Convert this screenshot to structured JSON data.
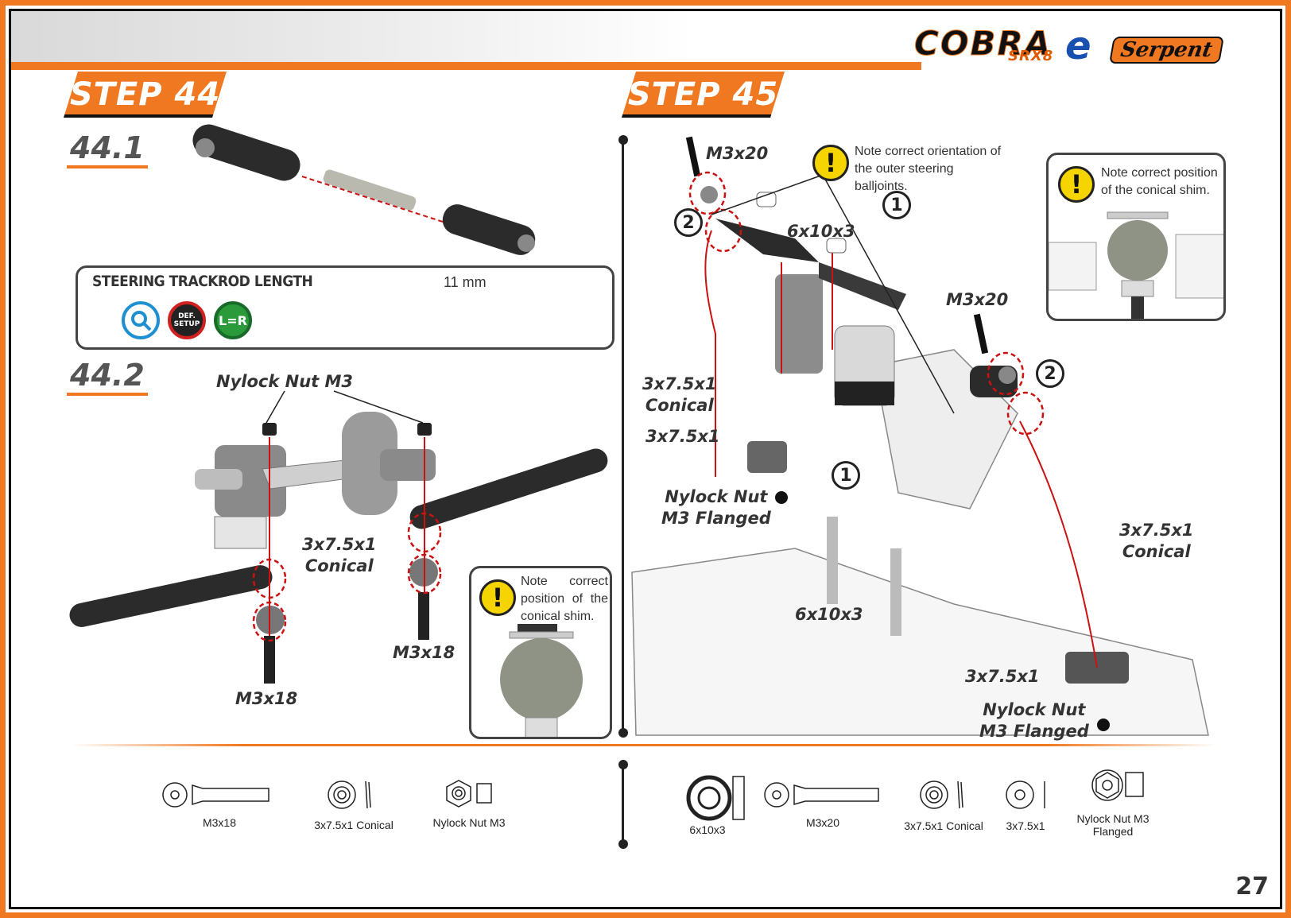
{
  "header": {
    "brand_model": "COBRA",
    "brand_model_sub": "SRX8",
    "brand_model_suffix": "e",
    "brand_maker": "Serpent"
  },
  "step44": {
    "title": "STEP 44",
    "substep1": "44.1",
    "substep2": "44.2",
    "trackrod": {
      "title": "STEERING TRACKROD LENGTH",
      "length": "11 mm",
      "icons": [
        {
          "name": "magnifier-icon",
          "text": ""
        },
        {
          "name": "def-setup-icon",
          "text": "DEF. SETUP"
        },
        {
          "name": "l-equals-r-icon",
          "text": "L=R"
        }
      ]
    },
    "labels": {
      "nylock_nut": "Nylock Nut M3",
      "conical_line1": "3x7.5x1",
      "conical_line2": "Conical",
      "screw_right": "M3x18",
      "screw_left": "M3x18"
    },
    "note": "Note correct position of the conical shim.",
    "parts": [
      "M3x18",
      "3x7.5x1 Conical",
      "Nylock Nut M3"
    ]
  },
  "step45": {
    "title": "STEP 45",
    "labels": {
      "screw_top": "M3x20",
      "screw_right": "M3x20",
      "spacer_top": "6x10x3",
      "spacer_bottom": "6x10x3",
      "conical_left_l1": "3x7.5x1",
      "conical_left_l2": "Conical",
      "shim_left": "3x7.5x1",
      "nut_left_l1": "Nylock Nut",
      "nut_left_l2": "M3 Flanged",
      "conical_right_l1": "3x7.5x1",
      "conical_right_l2": "Conical",
      "shim_right": "3x7.5x1",
      "nut_right_l1": "Nylock Nut",
      "nut_right_l2": "M3 Flanged"
    },
    "callouts": [
      "1",
      "1",
      "2",
      "2"
    ],
    "note_orientation": "Note correct orientation of the outer steering balljoints.",
    "note_shim": "Note correct position of the conical shim.",
    "parts": [
      "6x10x3",
      "M3x20",
      "3x7.5x1 Conical",
      "3x7.5x1",
      "Nylock Nut M3 Flanged"
    ]
  },
  "page_number": "27",
  "colors": {
    "accent": "#f07820",
    "warning": "#f5d400",
    "dark": "#222222",
    "assembly_line": "#cc1111"
  }
}
